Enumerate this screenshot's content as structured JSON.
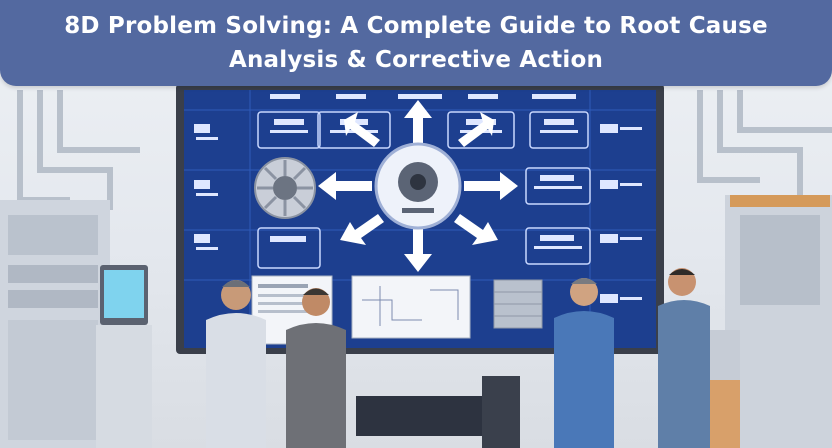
{
  "banner": {
    "line1": "8D Problem Solving: A Complete Guide to Root Cause",
    "line2": "Analysis & Corrective Action"
  },
  "colors": {
    "banner_bg": "#5369a0",
    "banner_text": "#ffffff",
    "screen_bg": "#1d3f8f",
    "screen_frame": "#3a3f4a",
    "arrow": "#ffffff"
  },
  "scene": {
    "description_icons": [
      "whiteboard-screen",
      "gear-hub-icon",
      "arrow-icon",
      "turbine-part-icon",
      "people-silhouettes"
    ]
  }
}
